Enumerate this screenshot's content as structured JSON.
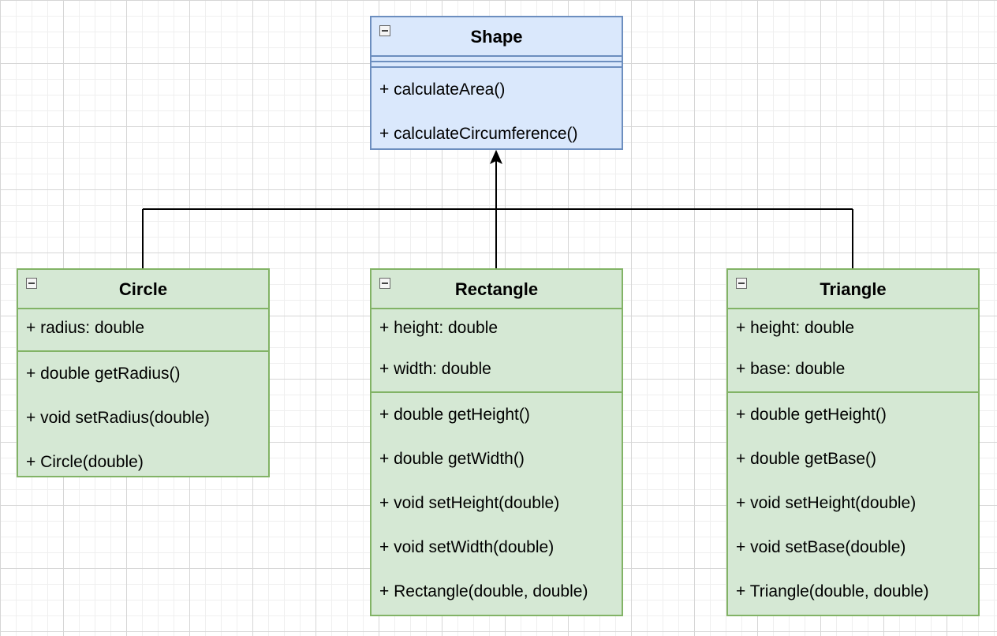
{
  "diagram": {
    "parent": {
      "name": "Shape",
      "attributes": [],
      "methods": [
        "+ calculateArea()",
        "+ calculateCircumference()"
      ]
    },
    "children": [
      {
        "name": "Circle",
        "attributes": [
          "+ radius: double"
        ],
        "methods": [
          "+ double getRadius()",
          "+ void setRadius(double)",
          "+ Circle(double)"
        ]
      },
      {
        "name": "Rectangle",
        "attributes": [
          "+ height: double",
          "+ width: double"
        ],
        "methods": [
          "+ double getHeight()",
          "+ double getWidth()",
          "+ void setHeight(double)",
          "+ void setWidth(double)",
          "+ Rectangle(double, double)"
        ]
      },
      {
        "name": "Triangle",
        "attributes": [
          "+ height: double",
          "+ base: double"
        ],
        "methods": [
          "+ double getHeight()",
          "+ double getBase()",
          "+ void setHeight(double)",
          "+ void setBase(double)",
          "+ Triangle(double, double)"
        ]
      }
    ],
    "colors": {
      "parent_fill": "#dae8fc",
      "parent_stroke": "#6c8ebf",
      "child_fill": "#d5e8d4",
      "child_stroke": "#82b366",
      "connector": "#000000"
    },
    "icons": [
      "collapse-icon"
    ]
  }
}
